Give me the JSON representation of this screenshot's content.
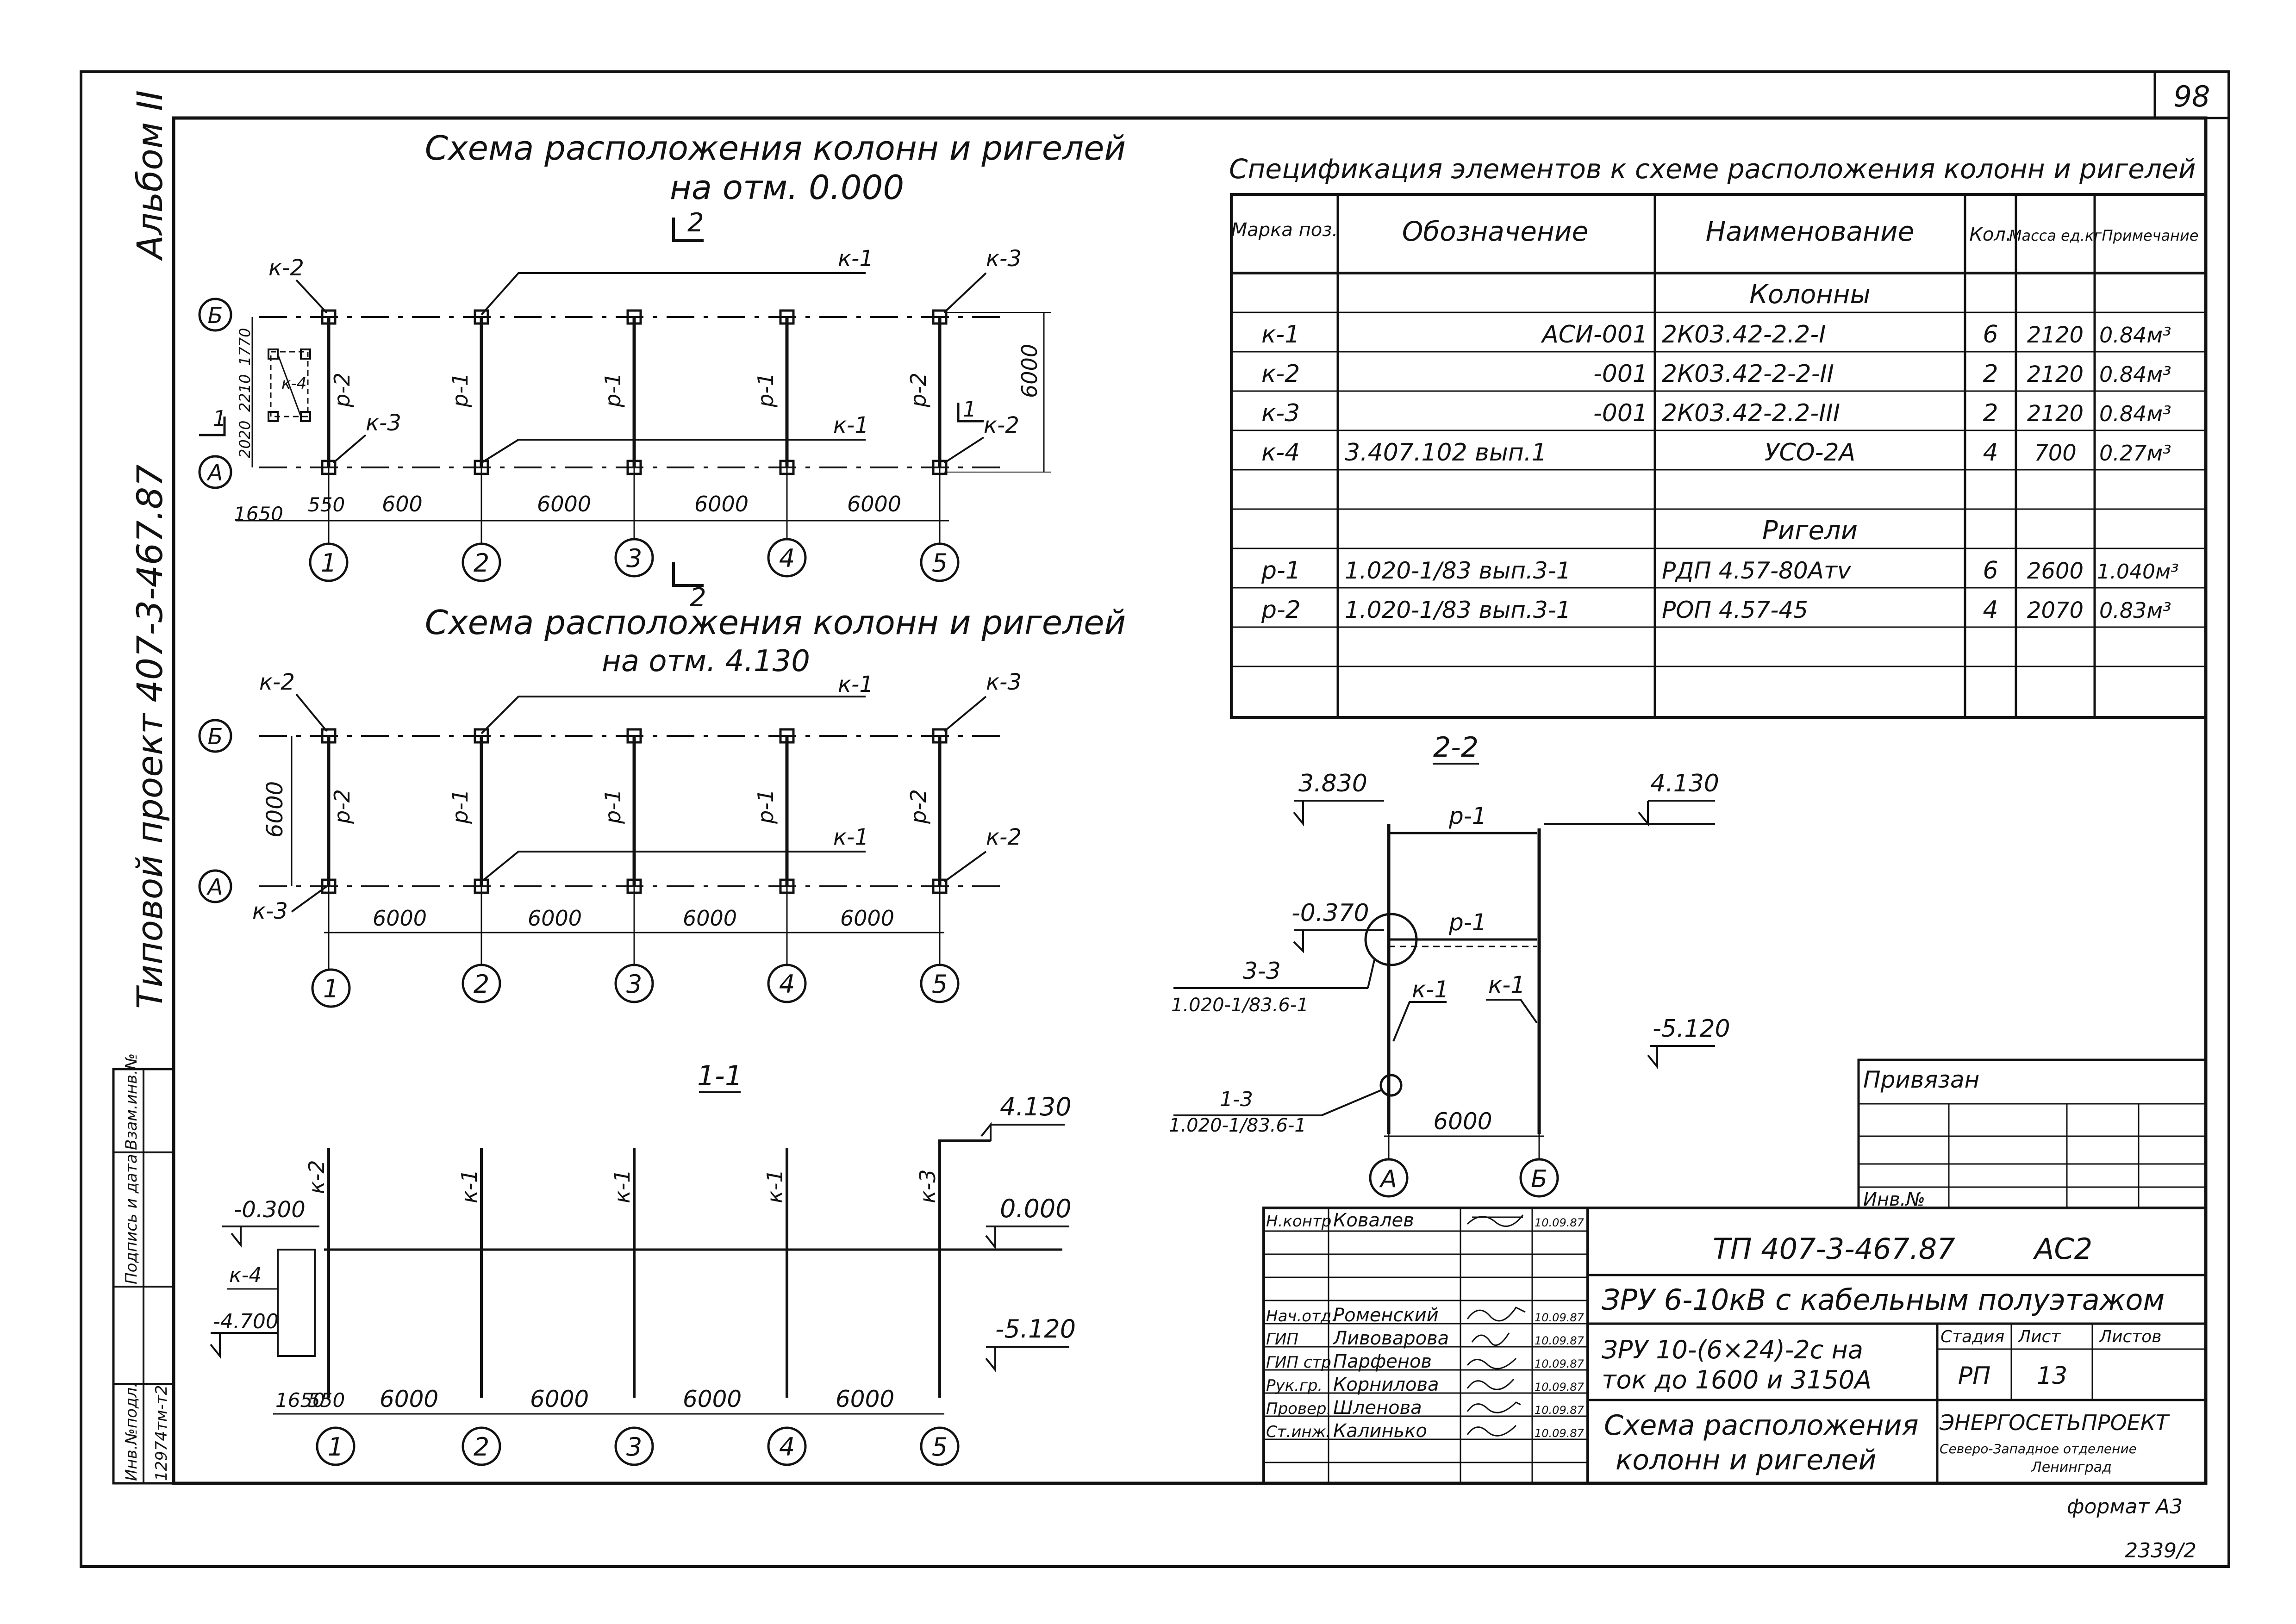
{
  "sheet": {
    "corner_number": "98",
    "album": "Альбом II",
    "project": "Типовой проект 407-3-467.87",
    "bottom_note": "2339/2",
    "format_label": "формат А3"
  },
  "left_strip": {
    "headers": [
      "Инв.№подл.",
      "Подпись и дата",
      "Взам.инв.№"
    ],
    "inv_value": "12974тм-т2"
  },
  "plan1": {
    "title_line1": "Схема расположения колонн и ригелей",
    "title_line2": "на отм. 0.000",
    "section_label": "2",
    "section_1": "1",
    "col_labels": {
      "k2_top": "к-2",
      "k1_top": "к-1",
      "k3_top": "к-3",
      "k3_bot": "к-3",
      "k1_bot": "к-1",
      "k2_bot": "к-2",
      "k4": "к-4"
    },
    "beam_labels": [
      "р-2",
      "р-1",
      "р-1",
      "р-1",
      "р-2"
    ],
    "dims_bottom": [
      "1650",
      "550",
      "600",
      "6000",
      "6000",
      "6000"
    ],
    "dims_left": [
      "2020",
      "2210",
      "1770"
    ],
    "dim_right": "6000",
    "axis_rows": [
      "Б",
      "А"
    ],
    "axis_cols": [
      "1",
      "2",
      "3",
      "4",
      "5"
    ]
  },
  "plan2": {
    "title_line1": "Схема расположения колонн и ригелей",
    "title_line2": "на отм. 4.130",
    "col_labels": {
      "k2_top": "к-2",
      "k1_top": "к-1",
      "k3_top": "к-3",
      "k3_bot": "к-3",
      "k1_bot": "к-1",
      "k2_bot": "к-2"
    },
    "beam_labels": [
      "р-2",
      "р-1",
      "р-1",
      "р-1",
      "р-2"
    ],
    "dims_bottom": [
      "6000",
      "6000",
      "6000",
      "6000"
    ],
    "dim_left": "6000",
    "axis_rows": [
      "Б",
      "А"
    ],
    "axis_cols": [
      "1",
      "2",
      "3",
      "4",
      "5"
    ]
  },
  "section11": {
    "title": "1-1",
    "col_labels": [
      "к-2",
      "к-1",
      "к-1",
      "к-1",
      "к-3"
    ],
    "k4": "к-4",
    "levels": {
      "top": "4.130",
      "zero": "0.000",
      "bottom": "-5.120",
      "minus_300": "-0.300",
      "minus_4700": "-4.700"
    },
    "dims": [
      "1650",
      "550",
      "6000",
      "6000",
      "6000",
      "6000"
    ],
    "axis_cols": [
      "1",
      "2",
      "3",
      "4",
      "5"
    ]
  },
  "section22": {
    "title": "2-2",
    "levels": {
      "l3830": "3.830",
      "l4130": "4.130",
      "lm370": "-0.370",
      "lm5120": "-5.120"
    },
    "beam1": "р-1",
    "beam2": "р-1",
    "col1": "к-1",
    "col2": "к-1",
    "node33": "3-3",
    "node33_ref": "1.020-1/83.6-1",
    "node13": "1-3",
    "node13_ref": "1.020-1/83.6-1",
    "dim": "6000",
    "axes": [
      "А",
      "Б"
    ]
  },
  "spec": {
    "title": "Спецификация элементов к схеме расположения колонн и ригелей",
    "headers": [
      "Марка поз.",
      "Обозначение",
      "Наименование",
      "Кол.",
      "Масса ед.кг",
      "Примечание"
    ],
    "group_columns": "Колонны",
    "group_beams": "Ригели",
    "rows_columns": [
      [
        "к-1",
        "АСИ-001",
        "2К03.42-2.2-I",
        "6",
        "2120",
        "0.84м³"
      ],
      [
        "к-2",
        "-001",
        "2К03.42-2-2-II",
        "2",
        "2120",
        "0.84м³"
      ],
      [
        "к-3",
        "-001",
        "2К03.42-2.2-III",
        "2",
        "2120",
        "0.84м³"
      ],
      [
        "к-4",
        "3.407.102 вып.1",
        "УСО-2А",
        "4",
        "700",
        "0.27м³"
      ]
    ],
    "rows_beams": [
      [
        "р-1",
        "1.020-1/83 вып.3-1",
        "РДП 4.57-80Атv",
        "6",
        "2600",
        "1.040м³"
      ],
      [
        "р-2",
        "1.020-1/83 вып.3-1",
        "РОП 4.57-45",
        "4",
        "2070",
        "0.83м³"
      ]
    ]
  },
  "privyazan": {
    "label": "Привязан",
    "inv": "Инв.№"
  },
  "title_block": {
    "signatures": [
      [
        "Н.контр",
        "Ковалев",
        "10.09.87"
      ],
      [
        "Нач.отд.",
        "Роменский",
        "10.09.87"
      ],
      [
        "ГИП",
        "Ливоварова",
        "10.09.87"
      ],
      [
        "ГИП стр",
        "Парфенов",
        "10.09.87"
      ],
      [
        "Рук.гр.",
        "Корнилова",
        "10.09.87"
      ],
      [
        "Провер.",
        "Шленова",
        "10.09.87"
      ],
      [
        "Ст.инж.",
        "Калинько",
        "10.09.87"
      ]
    ],
    "doc_code": "ТП 407-3-467.87",
    "doc_mark": "АС2",
    "object": "ЗРУ 6-10кВ с кабельным полуэтажом",
    "desc_line1": "ЗРУ 10-(6×24)-2с на",
    "desc_line2": "ток до 1600 и 3150А",
    "stage_label": "Стадия",
    "sheet_label": "Лист",
    "sheets_label": "Листов",
    "stage": "РП",
    "sheet_no": "13",
    "drawing_line1": "Схема расположения",
    "drawing_line2": "колонн и ригелей",
    "org_name": "ЭНЕРГОСЕТЬПРОЕКТ",
    "org_line1": "Северо-Западное отделение",
    "org_line2": "Ленинград"
  }
}
